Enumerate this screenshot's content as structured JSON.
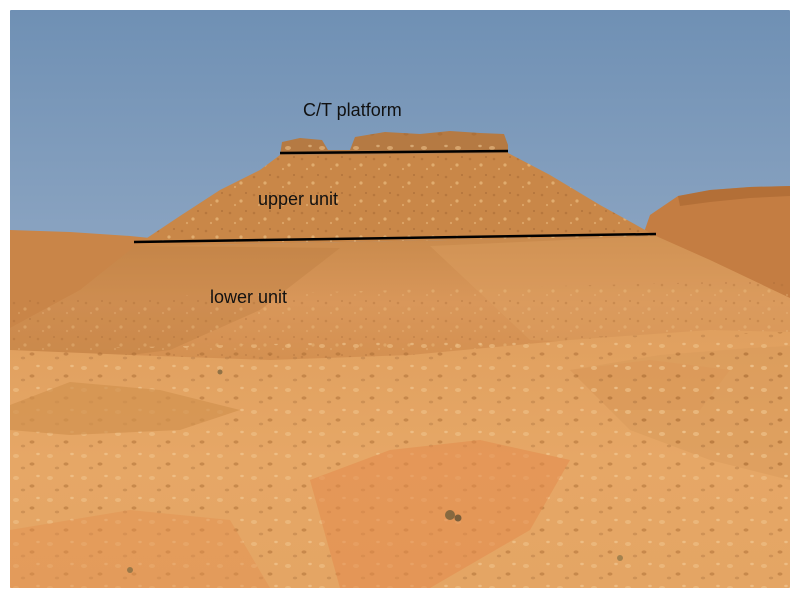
{
  "annotations": {
    "ct_platform": "C/T platform",
    "upper_unit": "upper unit",
    "lower_unit": "lower unit"
  },
  "colors": {
    "sky_top": "#6f90b4",
    "sky_bottom": "#b2c0d4",
    "sand_light": "#e2a25c",
    "sand_mid": "#cf8a46",
    "sand_dark": "#b9743a",
    "boundary_line": "#000000"
  }
}
